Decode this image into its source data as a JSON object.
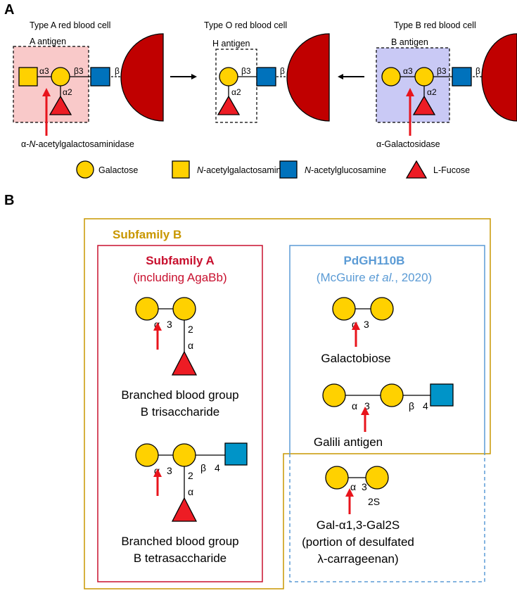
{
  "panels": {
    "a": "A",
    "b": "B"
  },
  "cells": {
    "type_a": "Type A red blood cell",
    "type_o": "Type O red blood cell",
    "type_b": "Type B red blood cell"
  },
  "antigens": {
    "a": "A antigen",
    "h": "H antigen",
    "b": "B antigen"
  },
  "linkages": {
    "alpha3": "α3",
    "beta3": "β3",
    "beta": "β",
    "alpha2": "α2"
  },
  "enzymes": {
    "a_prefix": "α-",
    "a_italic": "N",
    "a_suffix": "-acetylgalactosaminidase",
    "b": "α-Galactosidase"
  },
  "legend": {
    "galactose": "Galactose",
    "galnac_italic": "N",
    "galnac_rest": "-acetylgalactosamine",
    "glcnac_italic": "N",
    "glcnac_rest": "-acetylglucosamine",
    "fucose": "L-Fucose"
  },
  "subfamily_b": {
    "title": "Subfamily B"
  },
  "subfamily_a": {
    "title": "Subfamily A",
    "subtitle": "(including AgaBb)",
    "trisaccharide_line1": "Branched blood group",
    "trisaccharide_line2": "B trisaccharide",
    "tetrasaccharide_line1": "Branched blood group",
    "tetrasaccharide_line2": "B tetrasaccharide"
  },
  "pdgh110b": {
    "title": "PdGH110B",
    "ref_prefix": "(McGuire ",
    "ref_italic": "et al.",
    "ref_suffix": ", 2020)",
    "galactobiose": "Galactobiose",
    "galili": "Galili antigen",
    "gal2s_line1": "Gal-α1,3-Gal2S",
    "gal2s_line2": "(portion of desulfated",
    "gal2s_line3": "λ-carrageenan)"
  },
  "bond_labels": {
    "alpha": "α",
    "three": "3",
    "two": "2",
    "beta": "β",
    "four": "4",
    "two_s": "2S"
  },
  "colors": {
    "galactose": "#FFD100",
    "glcnac": "#0072BC",
    "fucose": "#ED1C24",
    "rbc": "#C00000",
    "subfamily_a": "#C8102E",
    "subfamily_b": "#C99700",
    "pdgh110b": "#5B9BD5",
    "a_antigen_bg": "#F9C9C9",
    "b_antigen_bg": "#C9C9F5"
  },
  "icons": [
    "galactose-circle",
    "galnac-square",
    "glcnac-square",
    "fucose-triangle",
    "red-blood-cell",
    "arrow-right",
    "arrow-left",
    "enzyme-cleavage-arrow"
  ]
}
